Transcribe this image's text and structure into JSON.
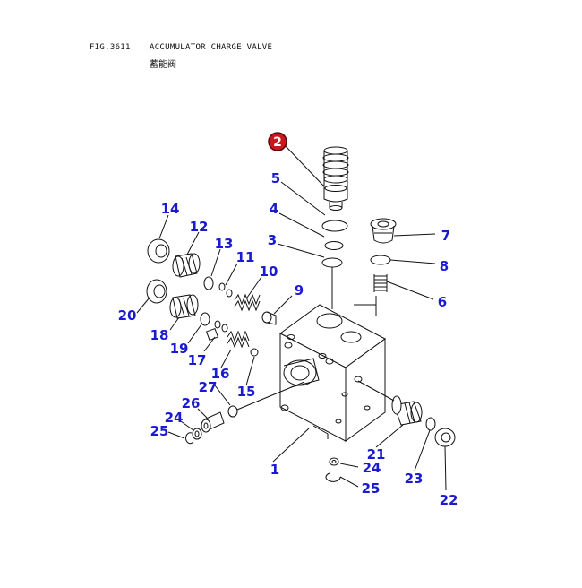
{
  "header": {
    "fig_number": "FIG.3611",
    "title": "ACCUMULATOR CHARGE VALVE",
    "subtitle": "蓄能阀"
  },
  "colors": {
    "callout": "#1a1ad0",
    "badge_fill": "#c8181e",
    "line": "#111111"
  },
  "callouts": [
    {
      "label": "2",
      "highlight": true
    },
    {
      "label": "5"
    },
    {
      "label": "4"
    },
    {
      "label": "3"
    },
    {
      "label": "7"
    },
    {
      "label": "8"
    },
    {
      "label": "6"
    },
    {
      "label": "14"
    },
    {
      "label": "12"
    },
    {
      "label": "13"
    },
    {
      "label": "11"
    },
    {
      "label": "10"
    },
    {
      "label": "9"
    },
    {
      "label": "20"
    },
    {
      "label": "18"
    },
    {
      "label": "19"
    },
    {
      "label": "17"
    },
    {
      "label": "16"
    },
    {
      "label": "15"
    },
    {
      "label": "27"
    },
    {
      "label": "26"
    },
    {
      "label": "24"
    },
    {
      "label": "25"
    },
    {
      "label": "1"
    },
    {
      "label": "21"
    },
    {
      "label": "24"
    },
    {
      "label": "25"
    },
    {
      "label": "23"
    },
    {
      "label": "22"
    }
  ]
}
